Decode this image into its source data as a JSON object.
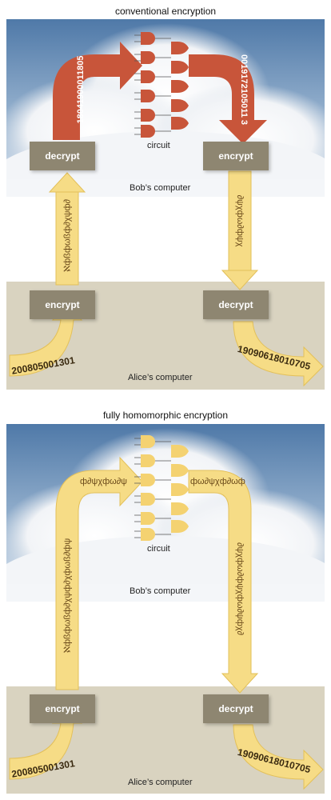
{
  "top": {
    "title": "conventional encryption",
    "circuit_label": "circuit",
    "bob_label": "Bob’s computer",
    "alice_label": "Alice’s computer",
    "bob_decrypt": "decrypt",
    "bob_encrypt": "encrypt",
    "alice_encrypt": "encrypt",
    "alice_decrypt": "decrypt",
    "plain_in": "200805001301",
    "plain_out": "19090618010705",
    "decrypted_data": "18041900011805",
    "encrypted_result": "0019172105011 3",
    "cipher_up": "ℵфßфωßф∂χψф∂",
    "cipher_down": "∂ψχфω∂фψχ"
  },
  "bottom": {
    "title": "fully homomorphic encryption",
    "circuit_label": "circuit",
    "bob_label": "Bob’s computer",
    "alice_label": "Alice’s computer",
    "alice_encrypt": "encrypt",
    "alice_decrypt": "decrypt",
    "plain_in": "200805001301",
    "plain_out": "19090618010705",
    "cipher_up_long": "ℵфßфωßф∂χψф∂χфωß∂фψ",
    "cipher_down_long": "∂ψχфω∂фψχфω∂ψфχ∂",
    "cipher_curve_in": "ф∂ψχфω∂ψ",
    "cipher_curve_out": "фω∂ψχф∂ωф"
  },
  "colors": {
    "red_arrow": "#c8553a",
    "yellow_arrow": "#f6dc86",
    "yellow_arrow_stroke": "#e3c05a",
    "box": "#8e8671",
    "ground": "#d9d3c0",
    "sky_top": "#4f79a8",
    "sky_bottom": "#d7e3ef",
    "gate_red": "#c8553a",
    "gate_yellow": "#f4d271"
  }
}
